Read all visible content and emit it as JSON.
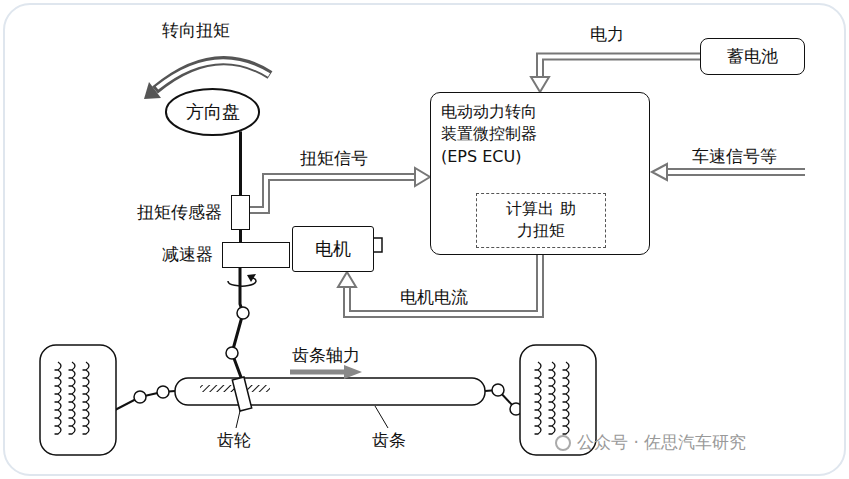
{
  "diagram": {
    "nodes": [
      {
        "text": [
          "方向盘"
        ]
      },
      {
        "text": [
          "扭矩传感器"
        ]
      },
      {
        "text": [
          "减速器"
        ]
      },
      {
        "text": [
          "电机"
        ]
      },
      {
        "text": [
          "电动动力转向 装置微控制器 (EPS ECU)"
        ]
      },
      {
        "text": [
          "计算出 助力扭矩"
        ],
        "in": 4
      },
      {
        "text": [
          "蓄电池"
        ]
      }
    ],
    "edges": [
      {
        "from": 0,
        "to": 1,
        "arrow": "none"
      },
      {
        "from": 1,
        "to": 2,
        "arrow": "none"
      },
      {
        "from": 6,
        "to": 4,
        "label": "电力",
        "arrow": "to"
      },
      {
        "from": 1,
        "to": 4,
        "label": "扭矩信号",
        "arrow": "to"
      },
      {
        "from": 4,
        "to": 3,
        "label": "电机电流",
        "arrow": "to"
      }
    ],
    "labels": [
      "转向扭矩",
      "车速信号等",
      "齿条轴力",
      "齿轮",
      "齿条",
      "公众号 · 佐思汽车研究"
    ]
  }
}
